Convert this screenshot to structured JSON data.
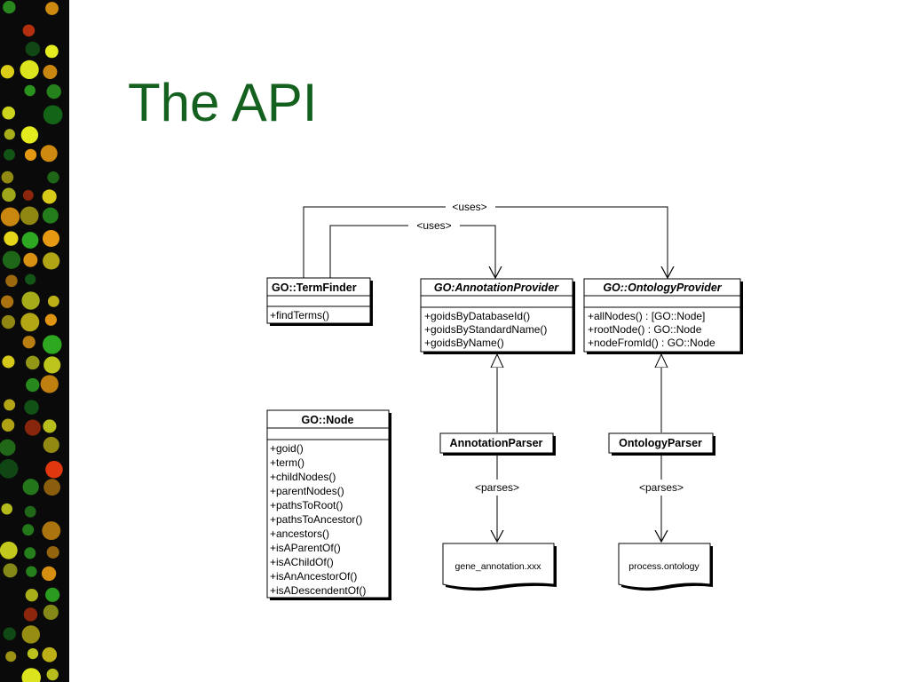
{
  "slide": {
    "title": "The API"
  },
  "diagram": {
    "classes": {
      "term_finder": {
        "name": "GO::TermFinder",
        "members": [
          "+findTerms()"
        ]
      },
      "annotation_provider": {
        "name": "GO:AnnotationProvider",
        "members": [
          "+goidsByDatabaseId()",
          "+goidsByStandardName()",
          "+goidsByName()"
        ]
      },
      "ontology_provider": {
        "name": "GO::OntologyProvider",
        "members": [
          "+allNodes() : [GO::Node]",
          "+rootNode() : GO::Node",
          "+nodeFromId() : GO::Node"
        ]
      },
      "annotation_parser": {
        "name": "AnnotationParser"
      },
      "ontology_parser": {
        "name": "OntologyParser"
      },
      "go_node": {
        "name": "GO::Node",
        "members": [
          "+goid()",
          "+term()",
          "+childNodes()",
          "+parentNodes()",
          "+pathsToRoot()",
          "+pathsToAncestor()",
          "+ancestors()",
          "+isAParentOf()",
          "+isAChildOf()",
          "+isAnAncestorOf()",
          "+isADescendentOf()"
        ]
      }
    },
    "files": {
      "annotation_file": "gene_annotation.xxx",
      "ontology_file": "process.ontology"
    },
    "relations": {
      "uses_ontology": "<uses>",
      "uses_annotation": "<uses>",
      "parses_annotation": "<parses>",
      "parses_ontology": "<parses>"
    }
  },
  "background": {
    "strip_color": "#0a0a0a",
    "spot_colors": [
      "#f2e21a",
      "#e8f020",
      "#2faa22",
      "#e83a10",
      "#f0a012",
      "#156a1a"
    ]
  }
}
